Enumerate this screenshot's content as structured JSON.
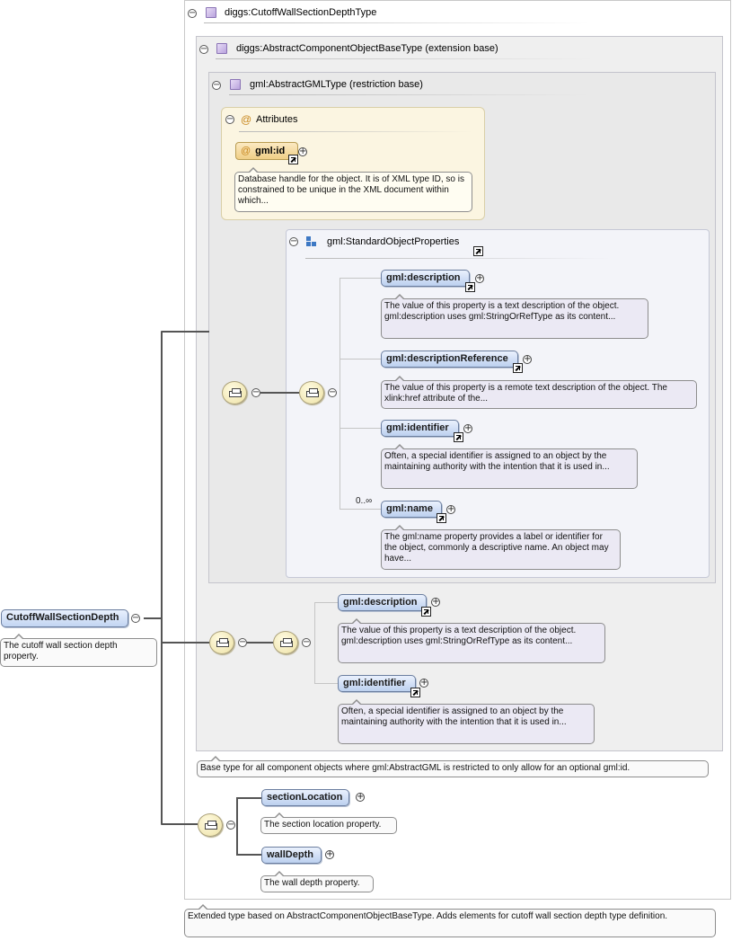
{
  "root_element": {
    "name": "CutoffWallSectionDepth",
    "doc": "The cutoff wall section depth property."
  },
  "type": {
    "name": "diggs:CutoffWallSectionDepthType",
    "doc": "Extended type based on AbstractComponentObjectBaseType. Adds elements for cutoff wall section depth type definition."
  },
  "base_type": {
    "name": "diggs:AbstractComponentObjectBaseType (extension base)",
    "doc": "Base type for all component objects where gml:AbstractGML is restricted to only allow for an optional gml:id."
  },
  "gml_type": {
    "name": "gml:AbstractGMLType (restriction base)"
  },
  "attributes": {
    "title": "Attributes",
    "items": [
      {
        "name": "gml:id",
        "doc": "Database handle for the object. It is of XML type ID, so is constrained to be unique in the XML document within which..."
      }
    ]
  },
  "standard_group": {
    "name": "gml:StandardObjectProperties",
    "cardinality": "0..∞",
    "elements": [
      {
        "name": "gml:description",
        "doc": "The value of this property is a text description of the object. gml:description uses gml:StringOrRefType as its content..."
      },
      {
        "name": "gml:descriptionReference",
        "doc": "The value of this property is a remote text description of the object. The xlink:href attribute of the..."
      },
      {
        "name": "gml:identifier",
        "doc": "Often, a special identifier is assigned to an object by the maintaining authority with the intention that it is used in..."
      },
      {
        "name": "gml:name",
        "doc": "The gml:name property provides a label or identifier for the object, commonly a descriptive name. An object may have..."
      }
    ]
  },
  "base_elements": [
    {
      "name": "gml:description",
      "doc": "The value of this property is a text description of the object. gml:description uses gml:StringOrRefType as its content..."
    },
    {
      "name": "gml:identifier",
      "doc": "Often, a special identifier is assigned to an object by the maintaining authority with the intention that it is used in..."
    }
  ],
  "ext_elements": [
    {
      "name": "sectionLocation",
      "doc": "The section location property."
    },
    {
      "name": "wallDepth",
      "doc": "The wall depth property."
    }
  ],
  "symbols": {
    "collapse": "−",
    "expand": "+",
    "attr_marker": "@"
  }
}
